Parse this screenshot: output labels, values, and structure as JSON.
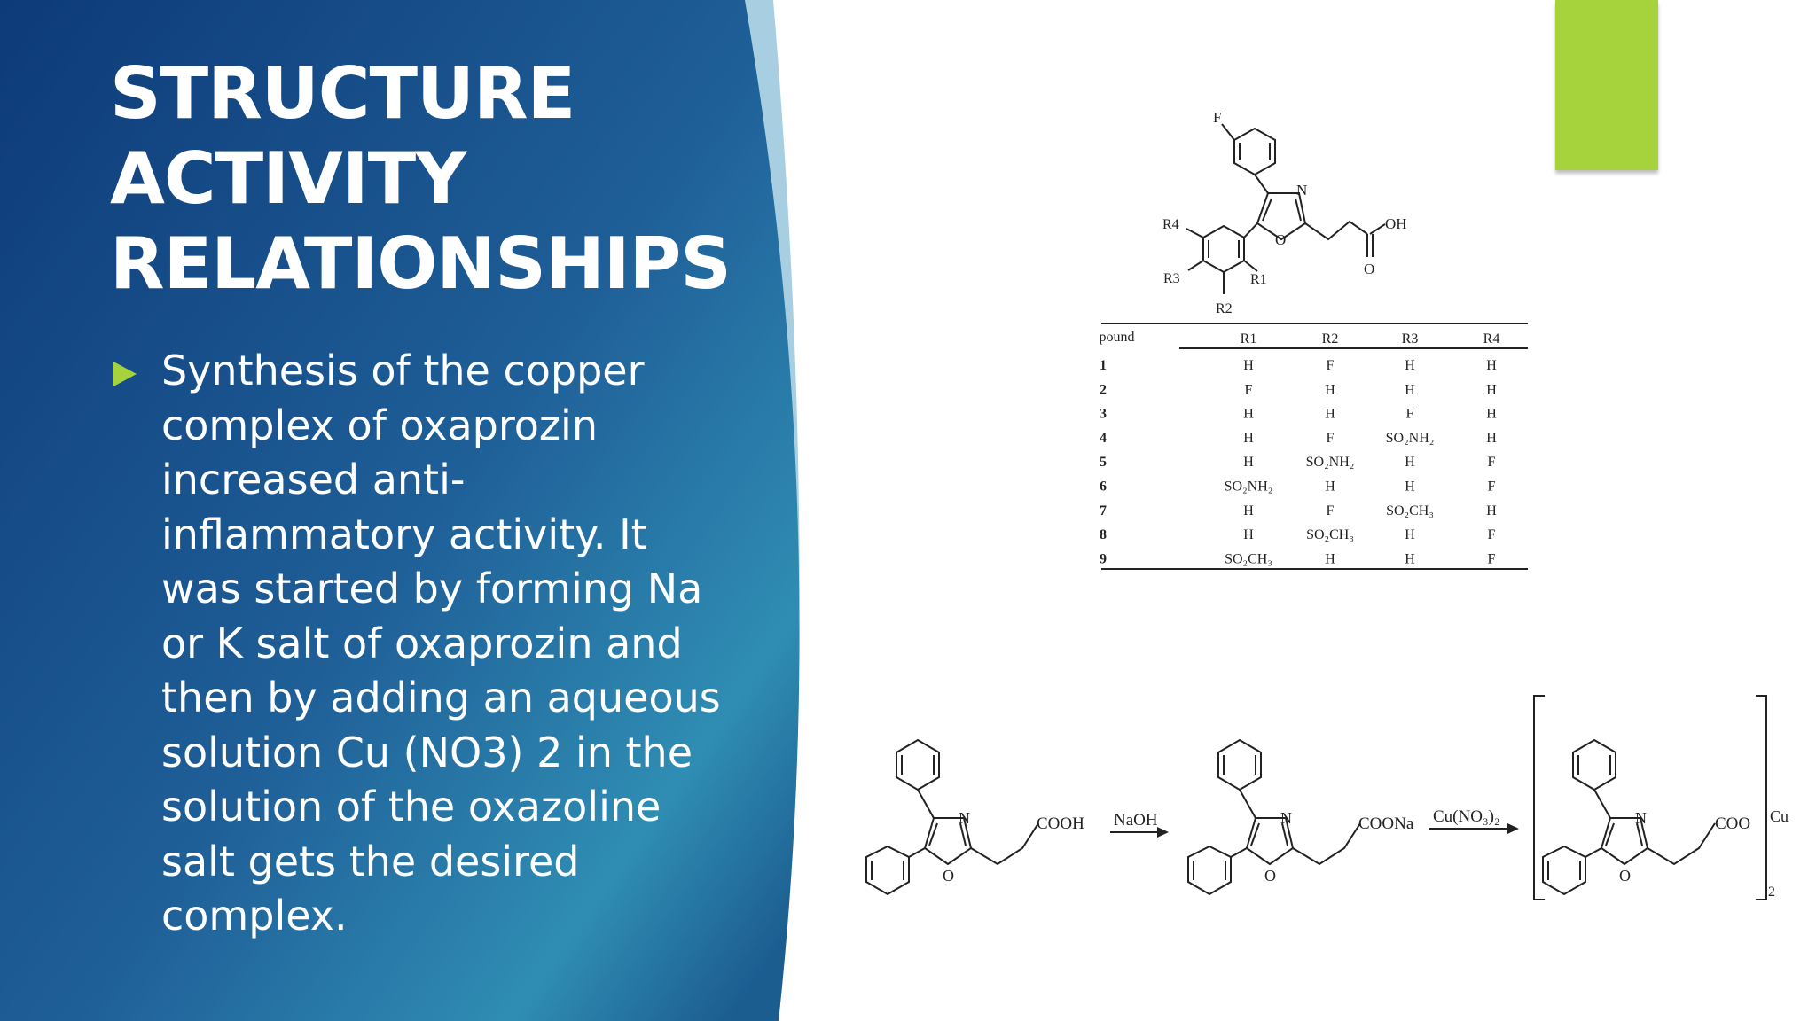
{
  "slide": {
    "title_lines": [
      "STRUCTURE",
      "ACTIVITY",
      "RELATIONSHIPS"
    ],
    "bullet": "Synthesis of the copper complex of oxaprozin increased anti-inflammatory activity. It was started by forming Na or K salt of oxaprozin and then by adding an aqueous solution Cu (NO3) 2 in the solution of the oxazoline salt gets the desired complex.",
    "colors": {
      "panel_dark": "#0d3a78",
      "panel_light": "#2f8db3",
      "accent_green": "#a6d33b"
    }
  },
  "sar_structure": {
    "atom_labels": {
      "f": "F",
      "n": "N",
      "o": "O",
      "oh": "OH",
      "carbonyl_o": "O",
      "r1": "R1",
      "r2": "R2",
      "r3": "R3",
      "r4": "R4"
    }
  },
  "compound_table": {
    "headers": [
      "Compound",
      "R1",
      "R2",
      "R3",
      "R4"
    ],
    "rows": [
      [
        "1",
        "H",
        "F",
        "H",
        "H"
      ],
      [
        "2",
        "F",
        "H",
        "H",
        "H"
      ],
      [
        "3",
        "H",
        "H",
        "F",
        "H"
      ],
      [
        "4",
        "H",
        "F",
        "SO₂NH₂",
        "H"
      ],
      [
        "5",
        "H",
        "SO₂NH₂",
        "H",
        "F"
      ],
      [
        "6",
        "SO₂NH₂",
        "H",
        "H",
        "F"
      ],
      [
        "7",
        "H",
        "F",
        "SO₂CH₃",
        "H"
      ],
      [
        "8",
        "H",
        "SO₂CH₃",
        "H",
        "F"
      ],
      [
        "9",
        "SO₂CH₃",
        "H",
        "H",
        "F"
      ]
    ]
  },
  "synthesis_scheme": {
    "molecule1": {
      "n": "N",
      "o": "O",
      "group": "COOH"
    },
    "reagent1": "NaOH",
    "molecule2": {
      "n": "N",
      "o": "O",
      "group": "COONa"
    },
    "reagent2": "Cu(NO₃)₂",
    "molecule3": {
      "n": "N",
      "o": "O",
      "group": "COO"
    },
    "metal": "Cu",
    "subscript": "2"
  }
}
